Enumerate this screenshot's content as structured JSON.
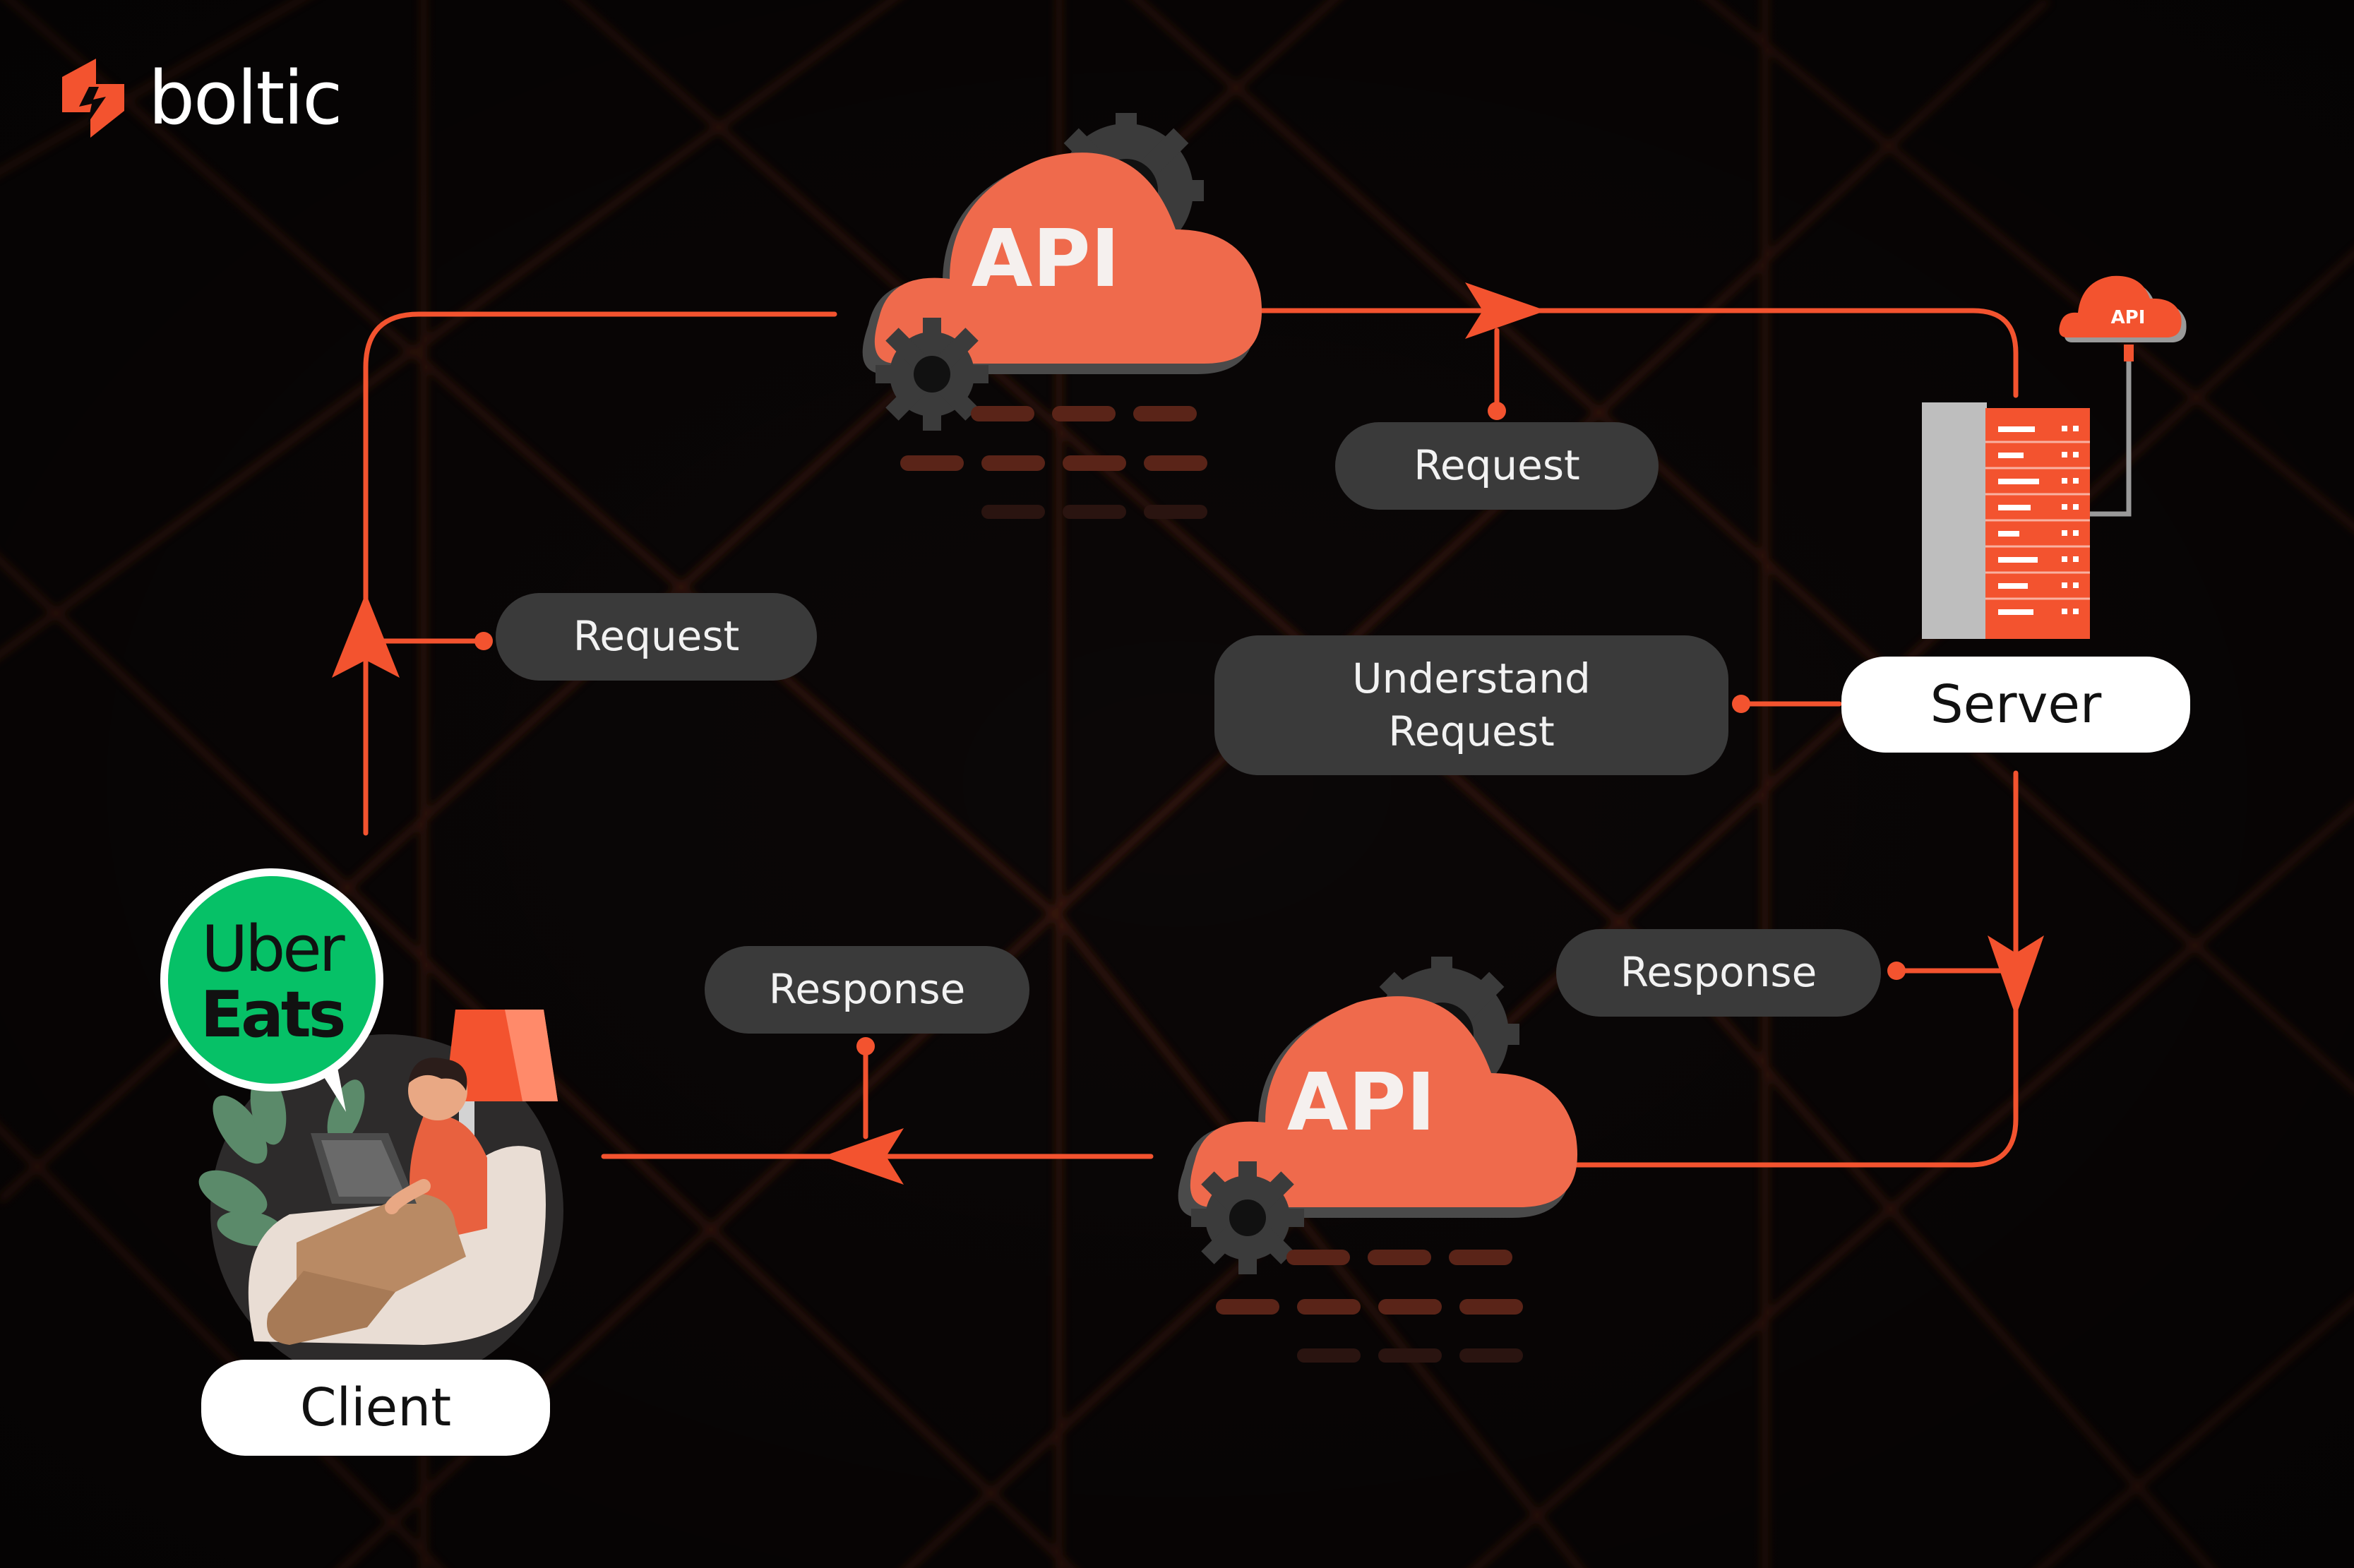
{
  "brand": {
    "name": "boltic",
    "accent": "#f3532f"
  },
  "colors": {
    "background": "#0b0707",
    "pill": "#3a3a3a",
    "cloud": "#ef6a4c",
    "uber_green": "#06c167"
  },
  "nodes": {
    "client_label": "Client",
    "server_label": "Server",
    "uber_logo": {
      "line1": "Uber",
      "line2": "Eats"
    },
    "api_cloud_top": "API",
    "api_cloud_bottom": "API",
    "server_badge": "API"
  },
  "steps": {
    "request_left": "Request",
    "request_top": "Request",
    "understand_request": "Understand\nRequest",
    "response_right": "Response",
    "response_left": "Response"
  }
}
